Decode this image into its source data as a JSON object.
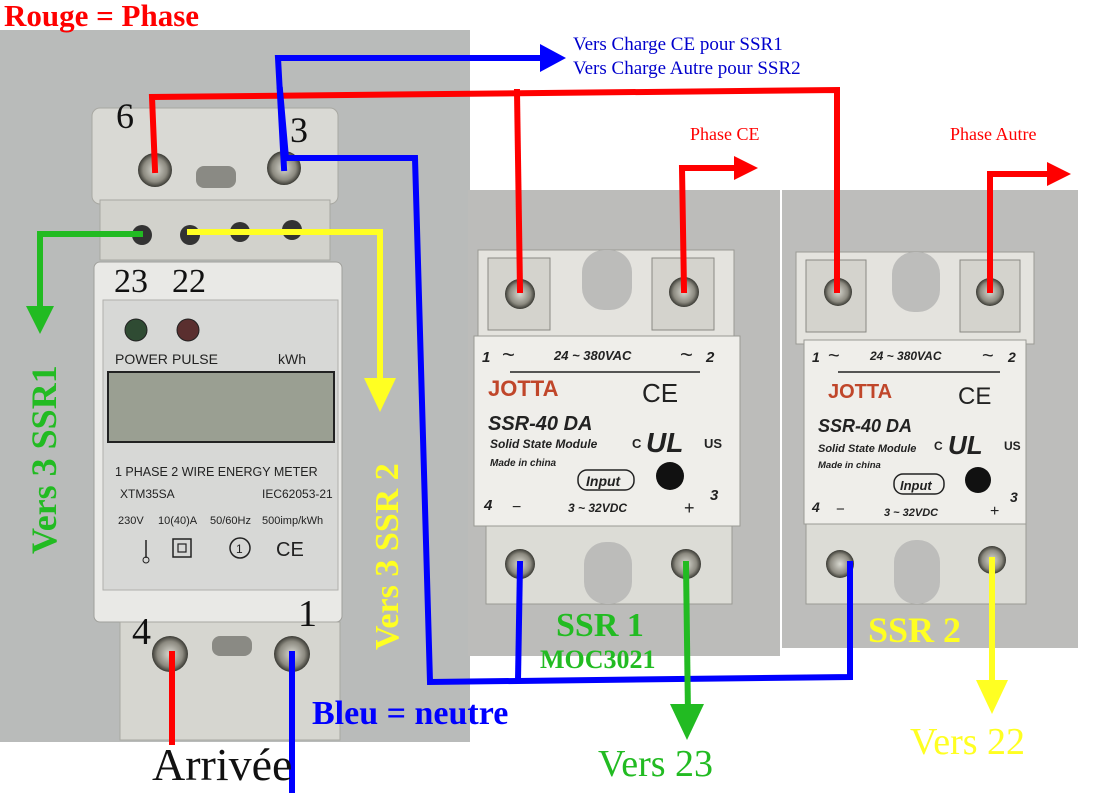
{
  "labels": {
    "rouge_phase": "Rouge = Phase",
    "vers_charge_1": "Vers Charge CE pour SSR1",
    "vers_charge_2": "Vers Charge Autre pour SSR2",
    "phase_ce": "Phase CE",
    "phase_autre": "Phase Autre",
    "bleu_neutre": "Bleu = neutre",
    "arrivee": "Arrivée",
    "vers_3_ssr1": "Vers 3 SSR1",
    "vers_3_ssr2": "Vers 3 SSR 2",
    "ssr1": "SSR 1",
    "moc": "MOC3021",
    "ssr2": "SSR 2",
    "vers_23": "Vers 23",
    "vers_22": "Vers 22"
  },
  "terminals": {
    "t6": "6",
    "t3": "3",
    "t23": "23",
    "t22": "22",
    "t4": "4",
    "t1": "1"
  },
  "meter": {
    "led1": "POWER",
    "led2": "PULSE",
    "unit": "kWh",
    "title": "1 PHASE 2 WIRE ENERGY METER",
    "model": "XTM35SA",
    "standard": "IEC62053-21",
    "spec_voltage": "230V",
    "spec_current": "10(40)A",
    "spec_freq": "50/60Hz",
    "spec_imp": "500imp/kWh",
    "mark": "CE"
  },
  "ssr": {
    "ac_range": "24 ~ 380VAC",
    "brand": "JOTTA",
    "model": "SSR-40 DA",
    "desc": "Solid State Module",
    "made": "Made in china",
    "input": "Input",
    "dc_range": "3 ~ 32VDC",
    "ce": "CE",
    "ul": "UL",
    "us": "US",
    "c": "C",
    "n1": "1",
    "n2": "2",
    "n3": "3",
    "n4": "4",
    "tilde": "~",
    "minus": "−",
    "plus": "+"
  },
  "colors": {
    "phase": "#ff0000",
    "neutral": "#0000ff",
    "ssr1_ctrl": "#22bb22",
    "ssr2_ctrl": "#ffff22"
  }
}
